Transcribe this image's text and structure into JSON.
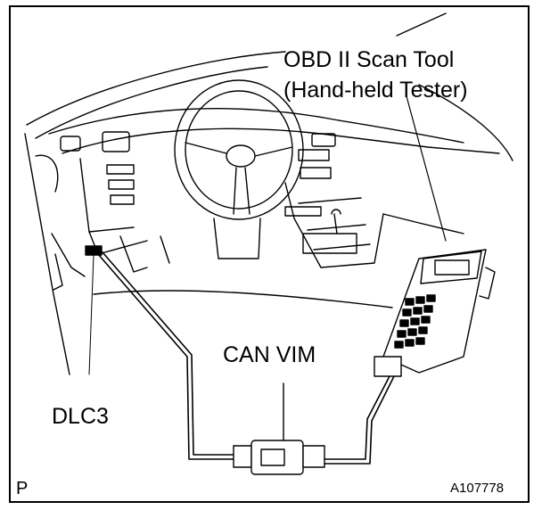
{
  "labels": {
    "scan_tool_line1": "OBD II Scan Tool",
    "scan_tool_line2": "(Hand-held Tester)",
    "vim": "CAN VIM",
    "dlc": "DLC3",
    "corner_left": "P",
    "figure_id": "A107778"
  }
}
